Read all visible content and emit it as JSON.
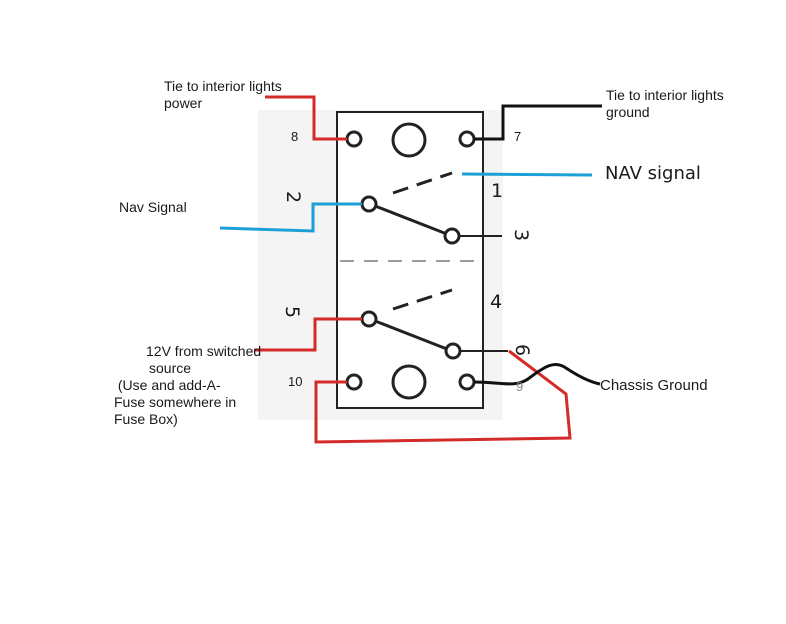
{
  "labels": {
    "interior_power_line1": "Tie to interior lights",
    "interior_power_line2": "power",
    "interior_ground_line1": "Tie to interior lights",
    "interior_ground_line2": "ground",
    "nav_signal_left": "Nav Signal",
    "nav_signal_right": "NAV signal",
    "switched_12v_line1": "12V from switched",
    "switched_12v_line2": "source",
    "switched_12v_line3": " (Use and add-A-",
    "switched_12v_line4": "Fuse somewhere in",
    "switched_12v_line5": "Fuse Box)",
    "chassis_ground": "Chassis Ground"
  },
  "pins": {
    "p1": "1",
    "p2": "2",
    "p3": "3",
    "p4": "4",
    "p5": "5",
    "p6": "6",
    "p7": "7",
    "p8": "8",
    "p9": "9",
    "p10": "10"
  },
  "colors": {
    "power_wire": "#d42a2a",
    "signal_wire": "#1da0d8",
    "ground_wire": "#111111",
    "switch_body": "#222222"
  }
}
